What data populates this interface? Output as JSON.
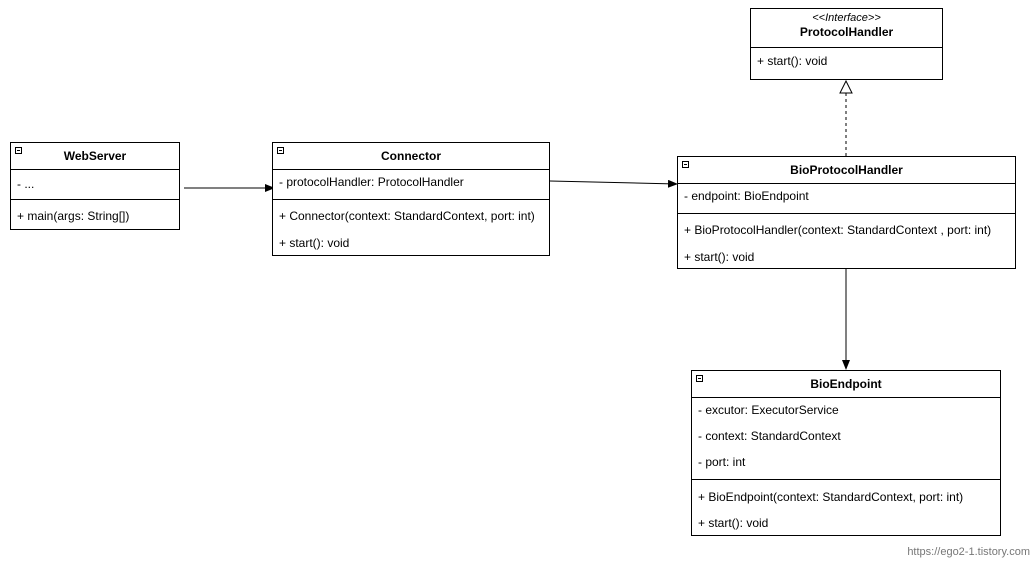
{
  "classes": {
    "webserver": {
      "name": "WebServer",
      "attributes": [
        "- ..."
      ],
      "operations": [
        "+ main(args: String[])"
      ]
    },
    "connector": {
      "name": "Connector",
      "attributes": [
        "- protocolHandler: ProtocolHandler"
      ],
      "operations": [
        "+ Connector(context: StandardContext, port: int)",
        "+ start(): void"
      ]
    },
    "protocol_handler": {
      "stereotype": "<<Interface>>",
      "name": "ProtocolHandler",
      "operations": [
        "+ start(): void"
      ]
    },
    "bio_protocol_handler": {
      "name": "BioProtocolHandler",
      "attributes": [
        "- endpoint: BioEndpoint"
      ],
      "operations": [
        "+ BioProtocolHandler(context: StandardContext , port: int)",
        "+ start(): void"
      ]
    },
    "bio_endpoint": {
      "name": "BioEndpoint",
      "attributes": [
        "- excutor: ExecutorService",
        "- context: StandardContext",
        "- port: int"
      ],
      "operations": [
        "+ BioEndpoint(context: StandardContext, port: int)",
        "+ start(): void"
      ]
    }
  },
  "relations": [
    {
      "from": "WebServer",
      "to": "Connector",
      "kind": "association"
    },
    {
      "from": "Connector",
      "to": "BioProtocolHandler",
      "kind": "association"
    },
    {
      "from": "BioProtocolHandler",
      "to": "ProtocolHandler",
      "kind": "realization"
    },
    {
      "from": "BioProtocolHandler",
      "to": "BioEndpoint",
      "kind": "association"
    }
  ],
  "watermark": "https://ego2-1.tistory.com"
}
